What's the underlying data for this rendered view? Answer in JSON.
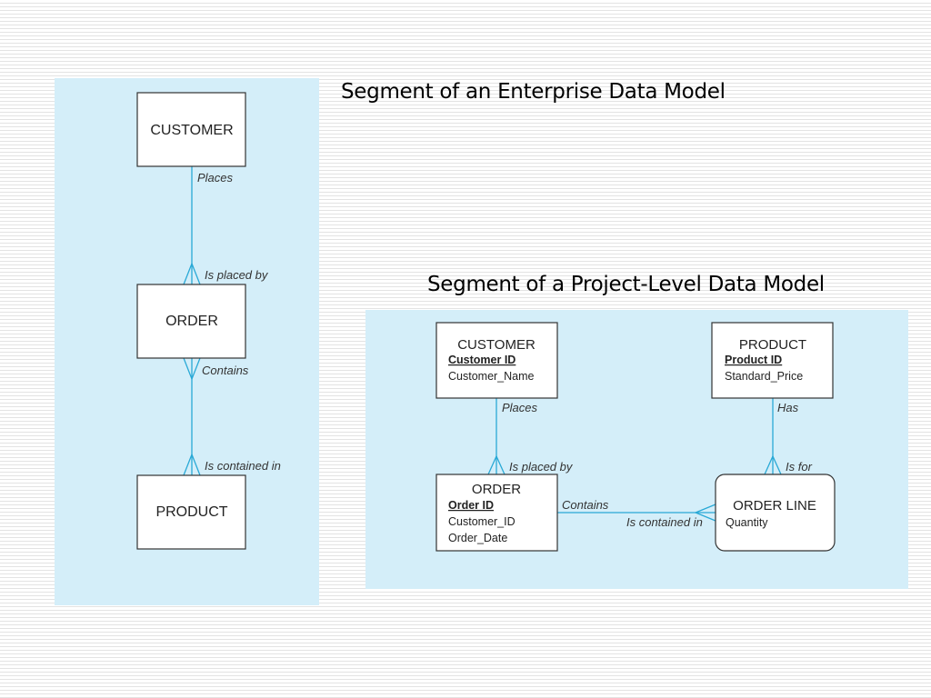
{
  "titles": {
    "enterprise": "Segment of an Enterprise Data Model",
    "project": "Segment of a Project-Level Data Model"
  },
  "enterprise_model": {
    "entities": {
      "customer": "CUSTOMER",
      "order": "ORDER",
      "product": "PRODUCT"
    },
    "relationships": {
      "places": "Places",
      "is_placed_by": "Is placed by",
      "contains": "Contains",
      "is_contained_in": "Is contained in"
    }
  },
  "project_model": {
    "customer": {
      "name": "CUSTOMER",
      "key": "Customer ID",
      "attrs": [
        "Customer_Name"
      ]
    },
    "product": {
      "name": "PRODUCT",
      "key": "Product ID",
      "attrs": [
        "Standard_Price"
      ]
    },
    "order": {
      "name": "ORDER",
      "key": "Order ID",
      "attrs": [
        "Customer_ID",
        "Order_Date"
      ]
    },
    "order_line": {
      "name": "ORDER LINE",
      "attrs": [
        "Quantity"
      ]
    },
    "relationships": {
      "places": "Places",
      "is_placed_by": "Is placed by",
      "has": "Has",
      "is_for": "Is for",
      "contains": "Contains",
      "is_contained_in": "Is contained in"
    }
  },
  "colors": {
    "panel_bg": "#d4eef9",
    "connector": "#29a9d6",
    "entity_border": "#333333"
  }
}
